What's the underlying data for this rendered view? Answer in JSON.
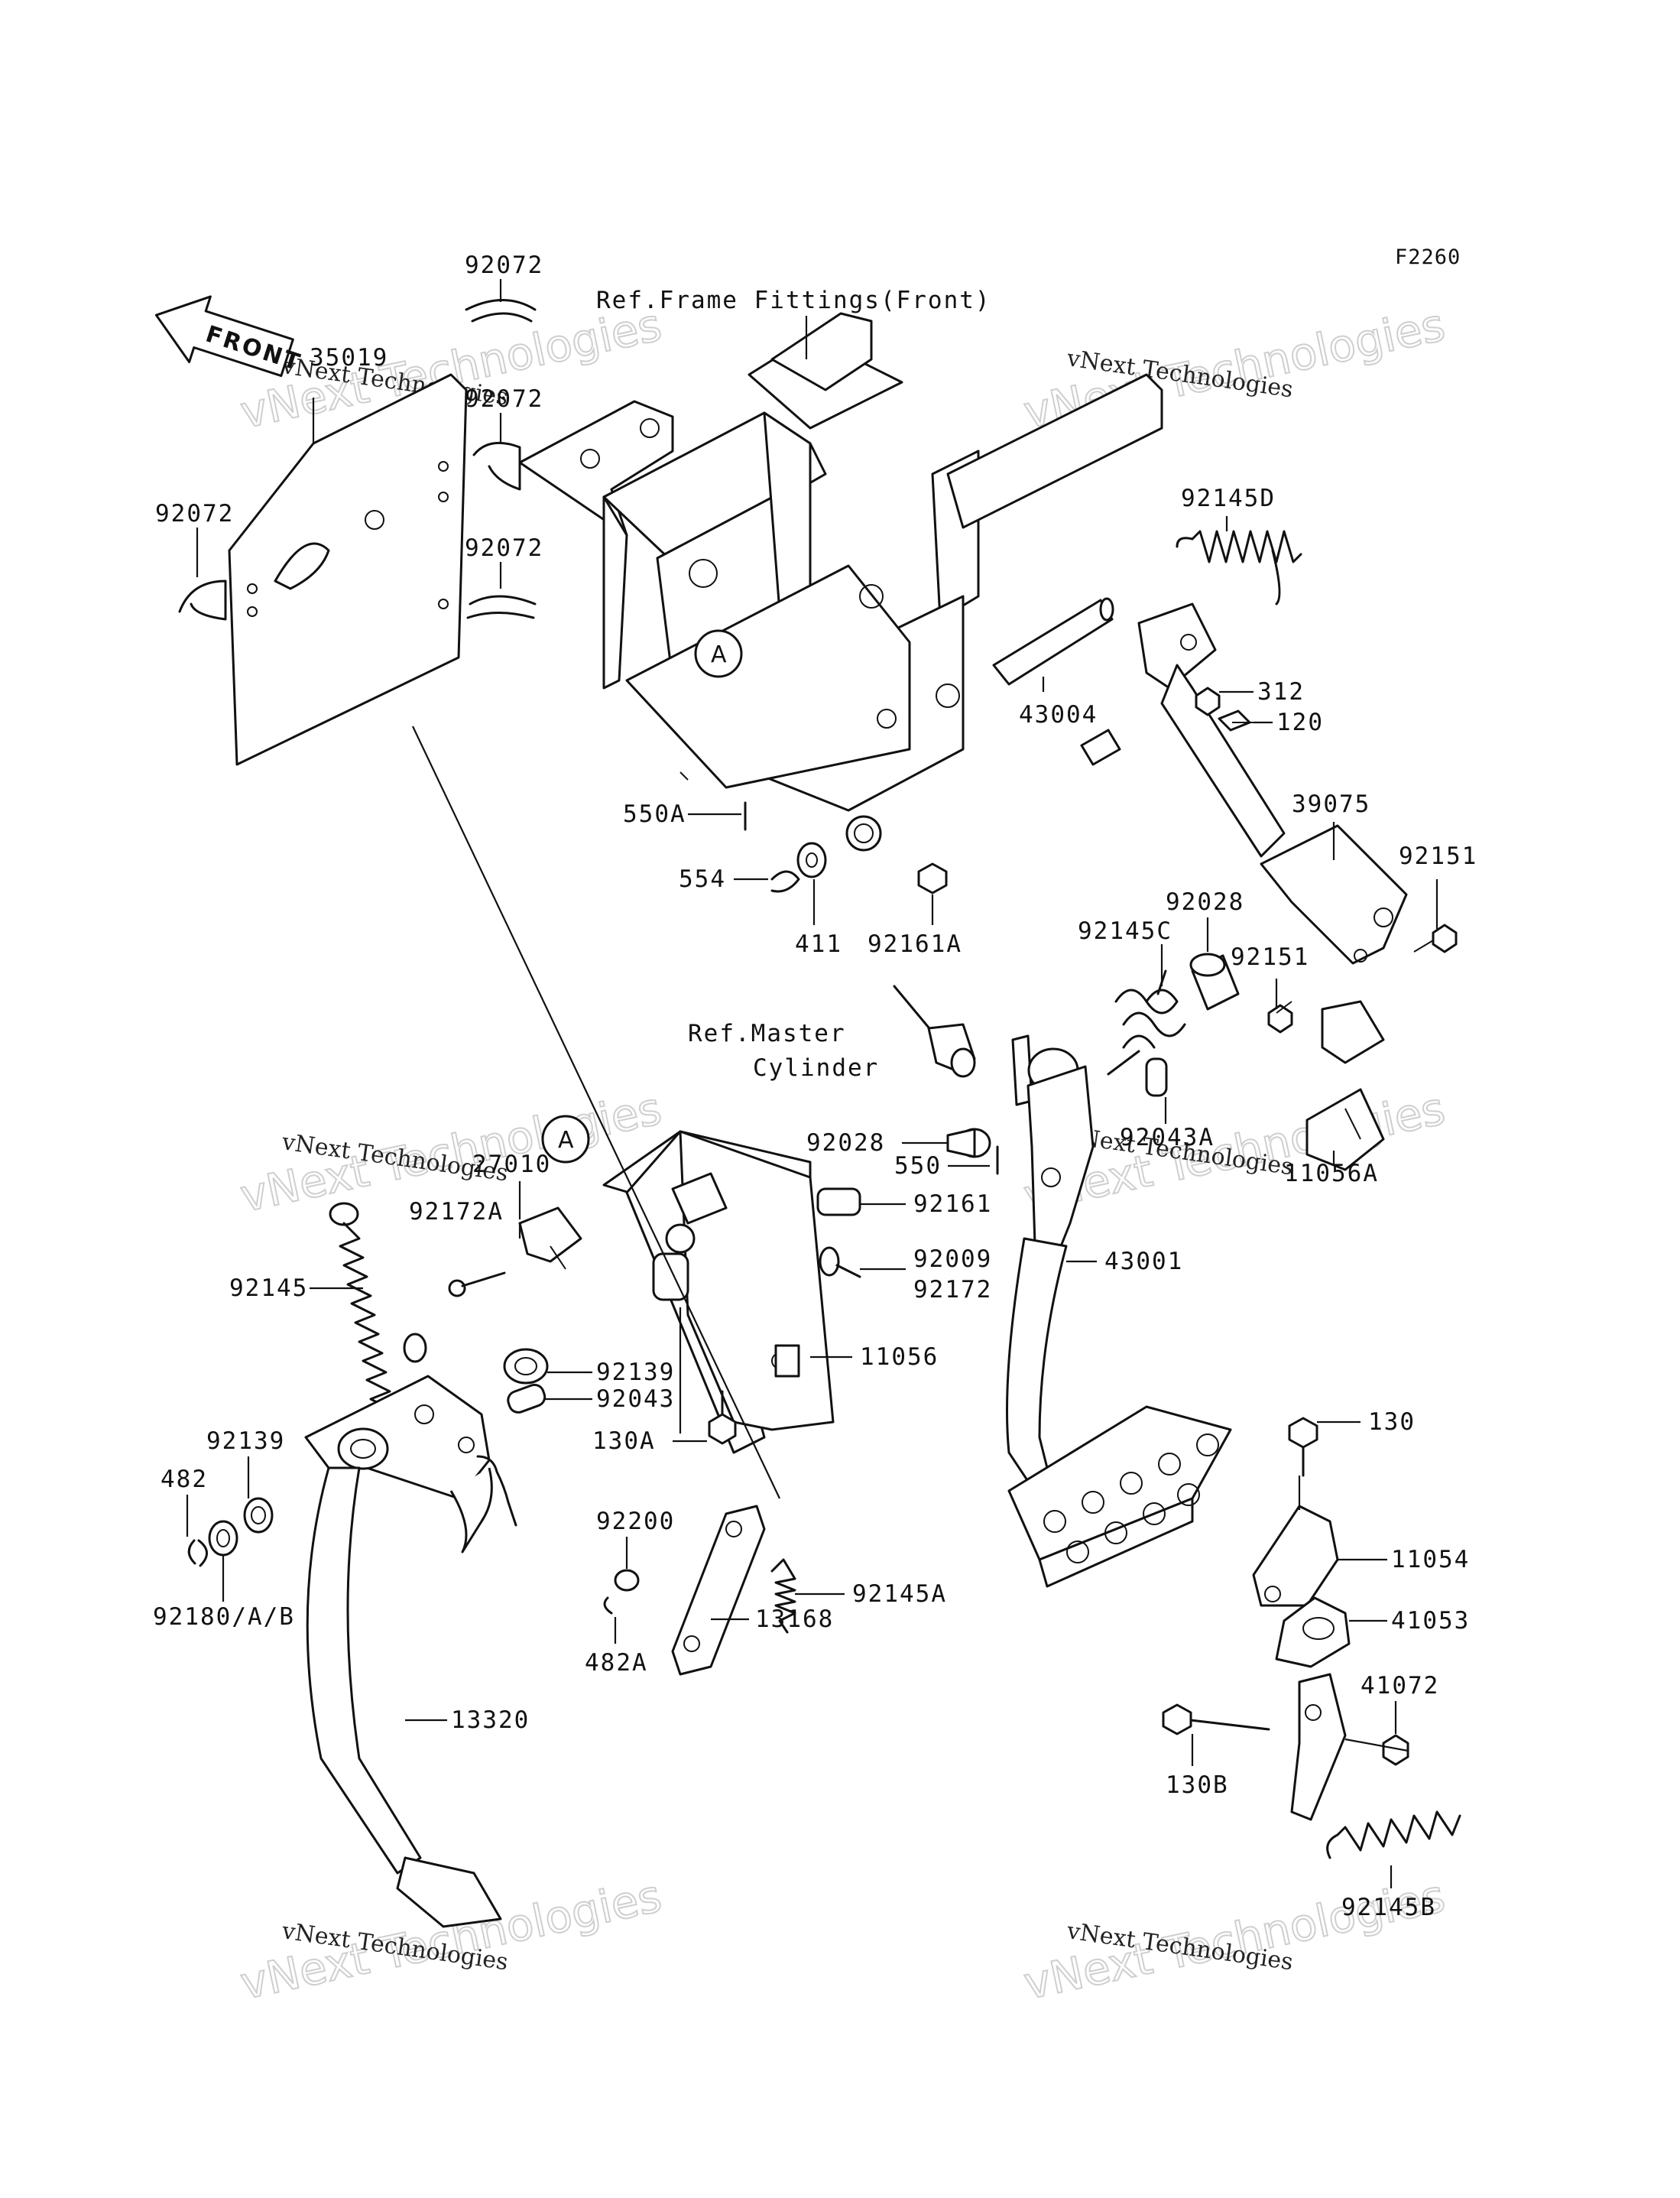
{
  "figure_code": "F2260",
  "front_arrow_label": "FRONT",
  "reference_marker": "A",
  "watermark": {
    "line1": "vNext Technologies",
    "line2": "vNext Technologies"
  },
  "reference_labels": {
    "frame_fittings": "Ref.Frame Fittings(Front)",
    "master_cylinder_1": "Ref.Master",
    "master_cylinder_2": "Cylinder"
  },
  "part_labels": [
    {
      "id": "p92072a",
      "text": "92072"
    },
    {
      "id": "p35019",
      "text": "35019"
    },
    {
      "id": "p92072b",
      "text": "92072"
    },
    {
      "id": "p92072c",
      "text": "92072"
    },
    {
      "id": "p92072d",
      "text": "92072"
    },
    {
      "id": "p92145D",
      "text": "92145D"
    },
    {
      "id": "p312",
      "text": "312"
    },
    {
      "id": "p120",
      "text": "120"
    },
    {
      "id": "p43004",
      "text": "43004"
    },
    {
      "id": "p39075",
      "text": "39075"
    },
    {
      "id": "p92151a",
      "text": "92151"
    },
    {
      "id": "p92151b",
      "text": "92151"
    },
    {
      "id": "p550A",
      "text": "550A"
    },
    {
      "id": "p554",
      "text": "554"
    },
    {
      "id": "p411",
      "text": "411"
    },
    {
      "id": "p92161A",
      "text": "92161A"
    },
    {
      "id": "p92028a",
      "text": "92028"
    },
    {
      "id": "p92145C",
      "text": "92145C"
    },
    {
      "id": "p92028b",
      "text": "92028"
    },
    {
      "id": "p92043A",
      "text": "92043A"
    },
    {
      "id": "p550",
      "text": "550"
    },
    {
      "id": "p11056A",
      "text": "11056A"
    },
    {
      "id": "p27010",
      "text": "27010"
    },
    {
      "id": "p92172A",
      "text": "92172A"
    },
    {
      "id": "p92161",
      "text": "92161"
    },
    {
      "id": "p92009",
      "text": "92009"
    },
    {
      "id": "p92172",
      "text": "92172"
    },
    {
      "id": "p43001",
      "text": "43001"
    },
    {
      "id": "p92145",
      "text": "92145"
    },
    {
      "id": "p92139a",
      "text": "92139"
    },
    {
      "id": "p11056",
      "text": "11056"
    },
    {
      "id": "p92043",
      "text": "92043"
    },
    {
      "id": "p130A",
      "text": "130A"
    },
    {
      "id": "p92139b",
      "text": "92139"
    },
    {
      "id": "p482",
      "text": "482"
    },
    {
      "id": "p92180",
      "text": "92180/A/B"
    },
    {
      "id": "p130",
      "text": "130"
    },
    {
      "id": "p11054",
      "text": "11054"
    },
    {
      "id": "p92200",
      "text": "92200"
    },
    {
      "id": "p92145A",
      "text": "92145A"
    },
    {
      "id": "p13168",
      "text": "13168"
    },
    {
      "id": "p482A",
      "text": "482A"
    },
    {
      "id": "p41053",
      "text": "41053"
    },
    {
      "id": "p41072",
      "text": "41072"
    },
    {
      "id": "p130B",
      "text": "130B"
    },
    {
      "id": "p13320",
      "text": "13320"
    },
    {
      "id": "p92145B",
      "text": "92145B"
    }
  ]
}
